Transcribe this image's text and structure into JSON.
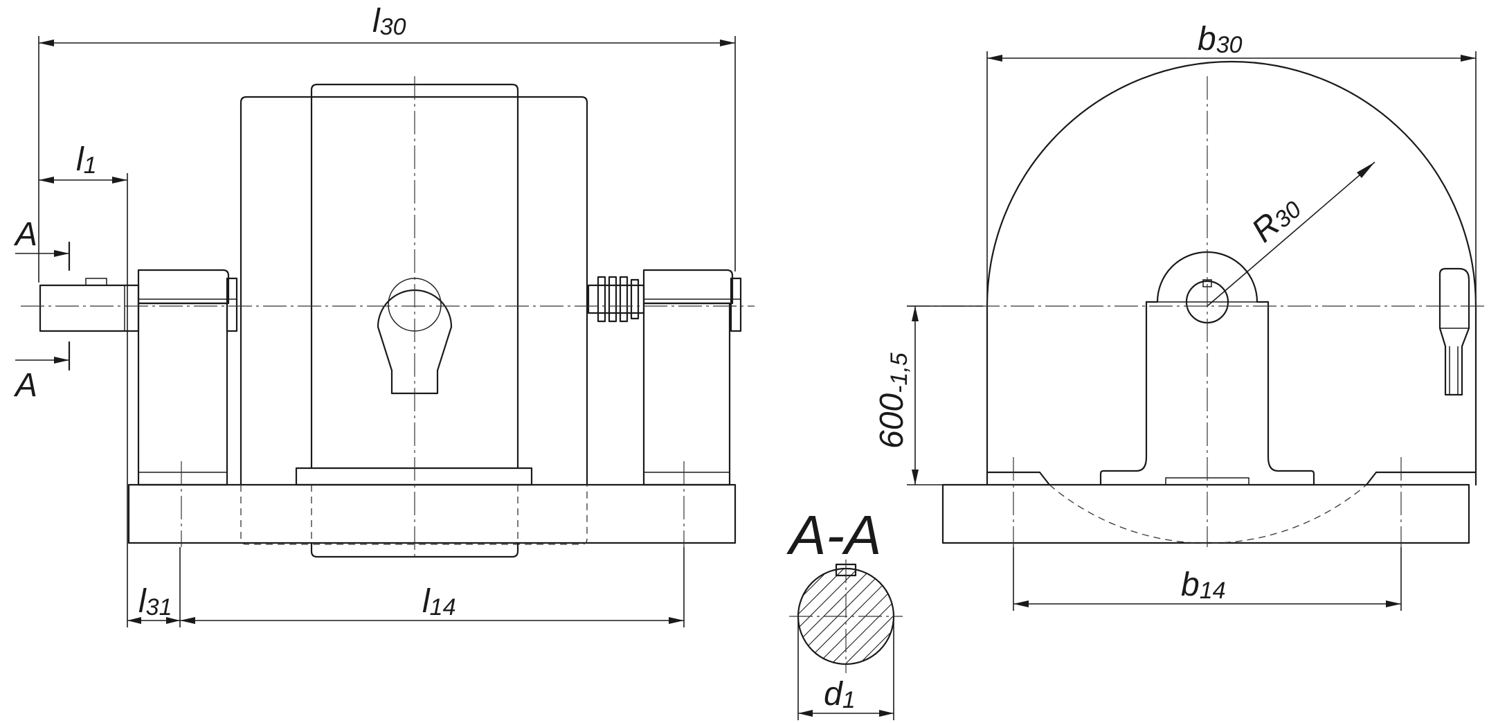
{
  "labels": {
    "l30": {
      "main": "l",
      "sub": "30"
    },
    "l1": {
      "main": "l",
      "sub": "1"
    },
    "l31": {
      "main": "l",
      "sub": "31"
    },
    "l14": {
      "main": "l",
      "sub": "14"
    },
    "b30": {
      "main": "b",
      "sub": "30"
    },
    "b14": {
      "main": "b",
      "sub": "14"
    },
    "r30": {
      "main": "R",
      "sub": "30"
    },
    "d1": {
      "main": "d",
      "sub": "1"
    },
    "height": {
      "main": "600",
      "sub": "-1,5"
    },
    "section_mark_top": "A",
    "section_mark_bottom": "A",
    "section_title": "A-A"
  }
}
